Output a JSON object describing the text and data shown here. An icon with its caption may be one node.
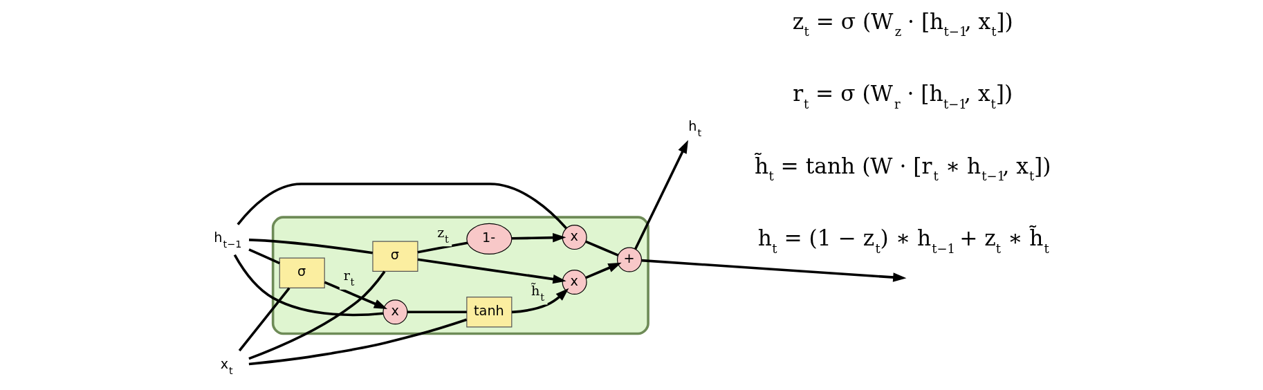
{
  "diagram": {
    "nodes": [
      {
        "text": [],
        "shape": "box"
      },
      {
        "text": [
          "σ"
        ],
        "in": 0
      },
      {
        "text": [
          "σ"
        ],
        "in": 0
      },
      {
        "text": [
          "tanh"
        ],
        "in": 0
      },
      {
        "text": [
          "x"
        ],
        "in": 0
      },
      {
        "text": [
          "x"
        ],
        "in": 0
      },
      {
        "text": [
          "1-"
        ],
        "in": 0
      },
      {
        "text": [
          "x"
        ],
        "in": 0
      },
      {
        "text": [
          "+"
        ],
        "in": 0
      },
      {
        "text": [
          "h$_{t−1}$"
        ]
      },
      {
        "text": [
          "x$_{t}$"
        ]
      },
      {
        "text": [
          "h$_{t}$"
        ]
      }
    ],
    "edges": [
      {
        "from": 9,
        "to": 5,
        "arrow": "none"
      },
      {
        "from": 5,
        "to": 8,
        "arrow": "none"
      },
      {
        "from": 8,
        "to": 11,
        "arrow": "to"
      },
      {
        "from": 8,
        "to": null,
        "arrow": "to"
      },
      {
        "from": 9,
        "to": 1,
        "arrow": "none"
      },
      {
        "from": 9,
        "to": 2,
        "arrow": "none"
      },
      {
        "from": 9,
        "to": 4,
        "arrow": "none"
      },
      {
        "from": 10,
        "to": 1,
        "arrow": "none"
      },
      {
        "from": 10,
        "to": 2,
        "arrow": "none"
      },
      {
        "from": 10,
        "to": 3,
        "arrow": "none"
      },
      {
        "from": 4,
        "to": 3,
        "arrow": "none"
      },
      {
        "from": 1,
        "to": 4,
        "arrow": "to",
        "label": "r$_{t}$"
      },
      {
        "from": 2,
        "to": 6,
        "arrow": "none",
        "label": "z$_{t}$"
      },
      {
        "from": 6,
        "to": 5,
        "arrow": "to"
      },
      {
        "from": 2,
        "to": 7,
        "arrow": "to"
      },
      {
        "from": 3,
        "to": 7,
        "arrow": "to",
        "label": "h̃$_{t}$"
      },
      {
        "from": 7,
        "to": 8,
        "arrow": "to"
      }
    ],
    "labels": [
      "z$_{t}$ = σ (W$_{z}$ · [h$_{t−1}$, x$_{t}$])",
      "r$_{t}$ = σ (W$_{r}$ · [h$_{t−1}$, x$_{t}$])",
      "h̃$_{t}$ = tanh (W · [r$_{t}$ ∗ h$_{t−1}$, x$_{t}$])",
      "h$_{t}$ = (1 − z$_{t}$) ∗ h$_{t−1}$ + z$_{t}$ ∗ h̃$_{t}$"
    ]
  }
}
